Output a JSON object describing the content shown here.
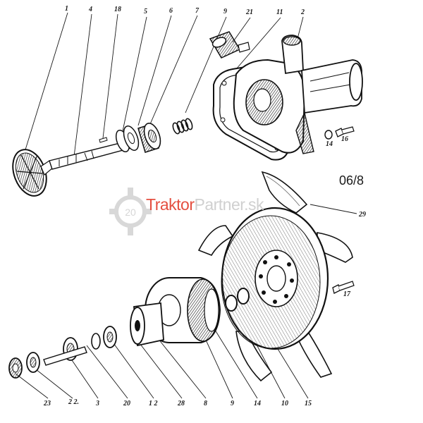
{
  "drawing_code": "06/8",
  "watermark": {
    "part1": "Traktor",
    "part2": "Partner.sk"
  },
  "callouts": {
    "c1": "1",
    "c4": "4",
    "c18": "18",
    "c5": "5",
    "c6": "6",
    "c7": "7",
    "c9top": "9",
    "c21": "21",
    "c11": "11",
    "c2": "2",
    "c14top": "14",
    "c16": "16",
    "c29": "29",
    "c17": "17",
    "c23": "23",
    "c22": "2 2.",
    "c3": "3",
    "c20": "20",
    "c12": "1 2",
    "c28": "28",
    "c8": "8",
    "c9bot": "9",
    "c14bot": "14",
    "c10": "10",
    "c15": "15"
  }
}
